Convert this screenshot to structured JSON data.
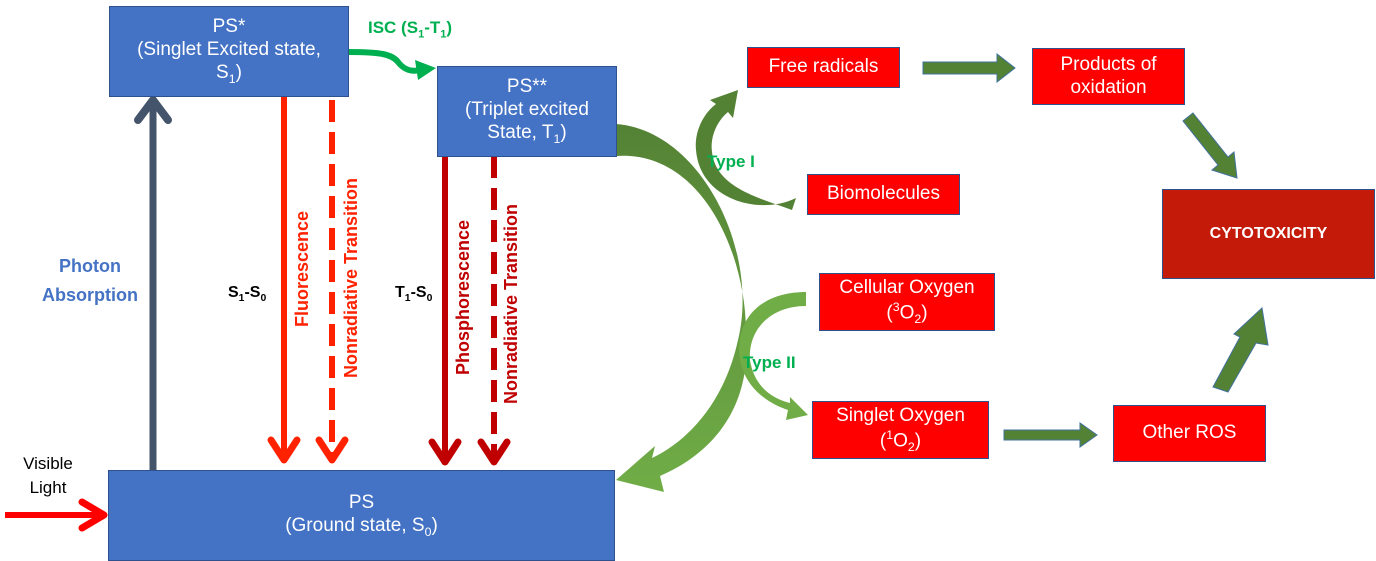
{
  "states": {
    "singlet": {
      "name": "PS*",
      "desc": "(Singlet Excited state,",
      "sym": "S",
      "sub": "1",
      "close": ")"
    },
    "triplet": {
      "name": "PS**",
      "desc": "(Triplet excited",
      "line3": "State, T",
      "sub": "1",
      "close": ")"
    },
    "ground": {
      "name": "PS",
      "desc": "(Ground state, S",
      "sub": "0",
      "close": ")"
    }
  },
  "labels": {
    "isc": {
      "text": "ISC (S",
      "sub1": "1",
      "dash": "-T",
      "sub2": "1",
      "close": ")"
    },
    "photon_absorption": [
      "Photon",
      "Absorption"
    ],
    "visible_light": [
      "Visible",
      "Light"
    ],
    "s1_s0": {
      "a": "S",
      "sub1": "1",
      "b": "-S",
      "sub2": "0"
    },
    "t1_s0": {
      "a": "T",
      "sub1": "1",
      "b": "-S",
      "sub2": "0"
    },
    "fluorescence": "Fluorescence",
    "nonradiative_1": "Nonradiative Transition",
    "phosphorescence": "Phosphorescence",
    "nonradiative_2": "Nonradiative Transition",
    "type1": "Type I",
    "type2": "Type II"
  },
  "products": {
    "free_radicals": "Free radicals",
    "biomolecules": "Biomolecules",
    "products_oxidation": [
      "Products of",
      "oxidation"
    ],
    "cellular_oxygen": {
      "line1": "Cellular Oxygen",
      "pre": "(",
      "sup": "3",
      "mid": "O",
      "sub": "2",
      "close": ")"
    },
    "singlet_oxygen": {
      "line1": "Singlet Oxygen",
      "pre": "(",
      "sup": "1",
      "mid": "O",
      "sub": "2",
      "close": ")"
    },
    "other_ros": "Other ROS",
    "cytotoxicity": "CYTOTOXICITY"
  },
  "colors": {
    "state_box": "#4472c4",
    "product_box": "#ff0000",
    "cytotoxicity_box": "#c41a0a",
    "flow_arrow": "#548235",
    "isc_arrow": "#00b050",
    "fluorescence_arrow": "#ff2a00",
    "phosphorescence_arrow": "#c00000",
    "absorption_arrow": "#44546a"
  }
}
